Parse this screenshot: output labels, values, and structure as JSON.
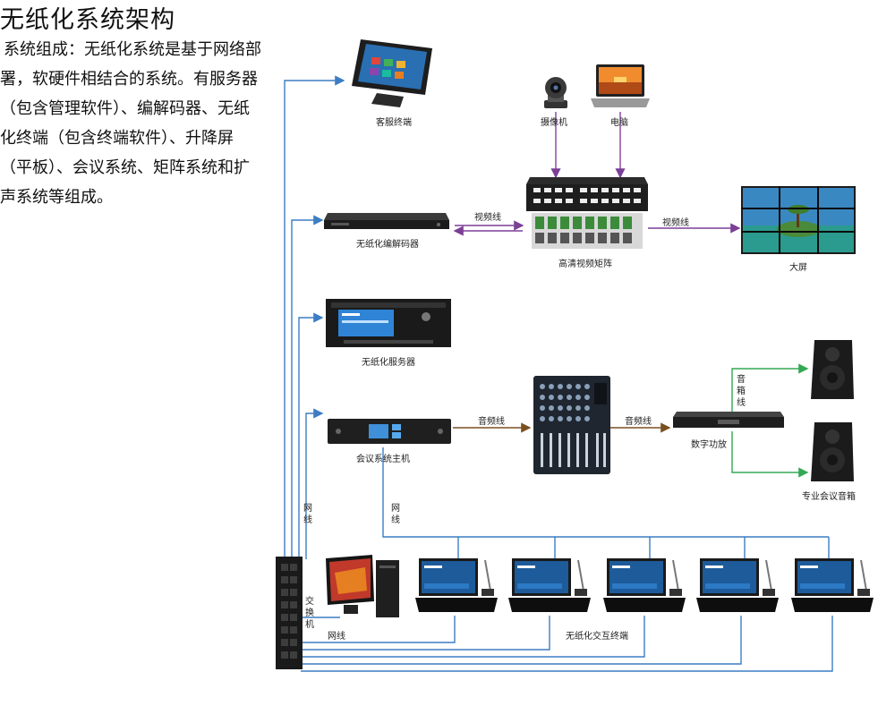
{
  "title": "无纸化系统架构",
  "intro": "系统组成：无纸化系统是基于网络部署，软硬件相结合的系统。有服务器（包含管理软件）、编解码器、无纸化终端（包含终端软件）、升降屏（平板）、会议系统、矩阵系统和扩声系统等组成。",
  "devices": {
    "service_terminal": "客服终端",
    "camera": "摄像机",
    "computer": "电脑",
    "codec": "无纸化编解码器",
    "matrix": "高清视频矩阵",
    "big_screen": "大屏",
    "server": "无纸化服务器",
    "conference_host": "会议系统主机",
    "mixer": "",
    "amplifier": "数字功放",
    "speakers": "专业会议音箱",
    "switch": "交换机",
    "pc": "",
    "terminals": "无纸化交互终端"
  },
  "links": {
    "video_line_1": "视频线",
    "video_line_2": "视频线",
    "audio_line_1": "音频线",
    "audio_line_2": "音频线",
    "speaker_line": "音箱线",
    "net_line_1": "网线",
    "net_line_2": "网线",
    "net_line_3": "网线"
  },
  "colors": {
    "network": "#3c7dc4",
    "video_in": "#8a3f9e",
    "video": "#7b3f96",
    "audio": "#7a5020",
    "speaker": "#34a853"
  }
}
